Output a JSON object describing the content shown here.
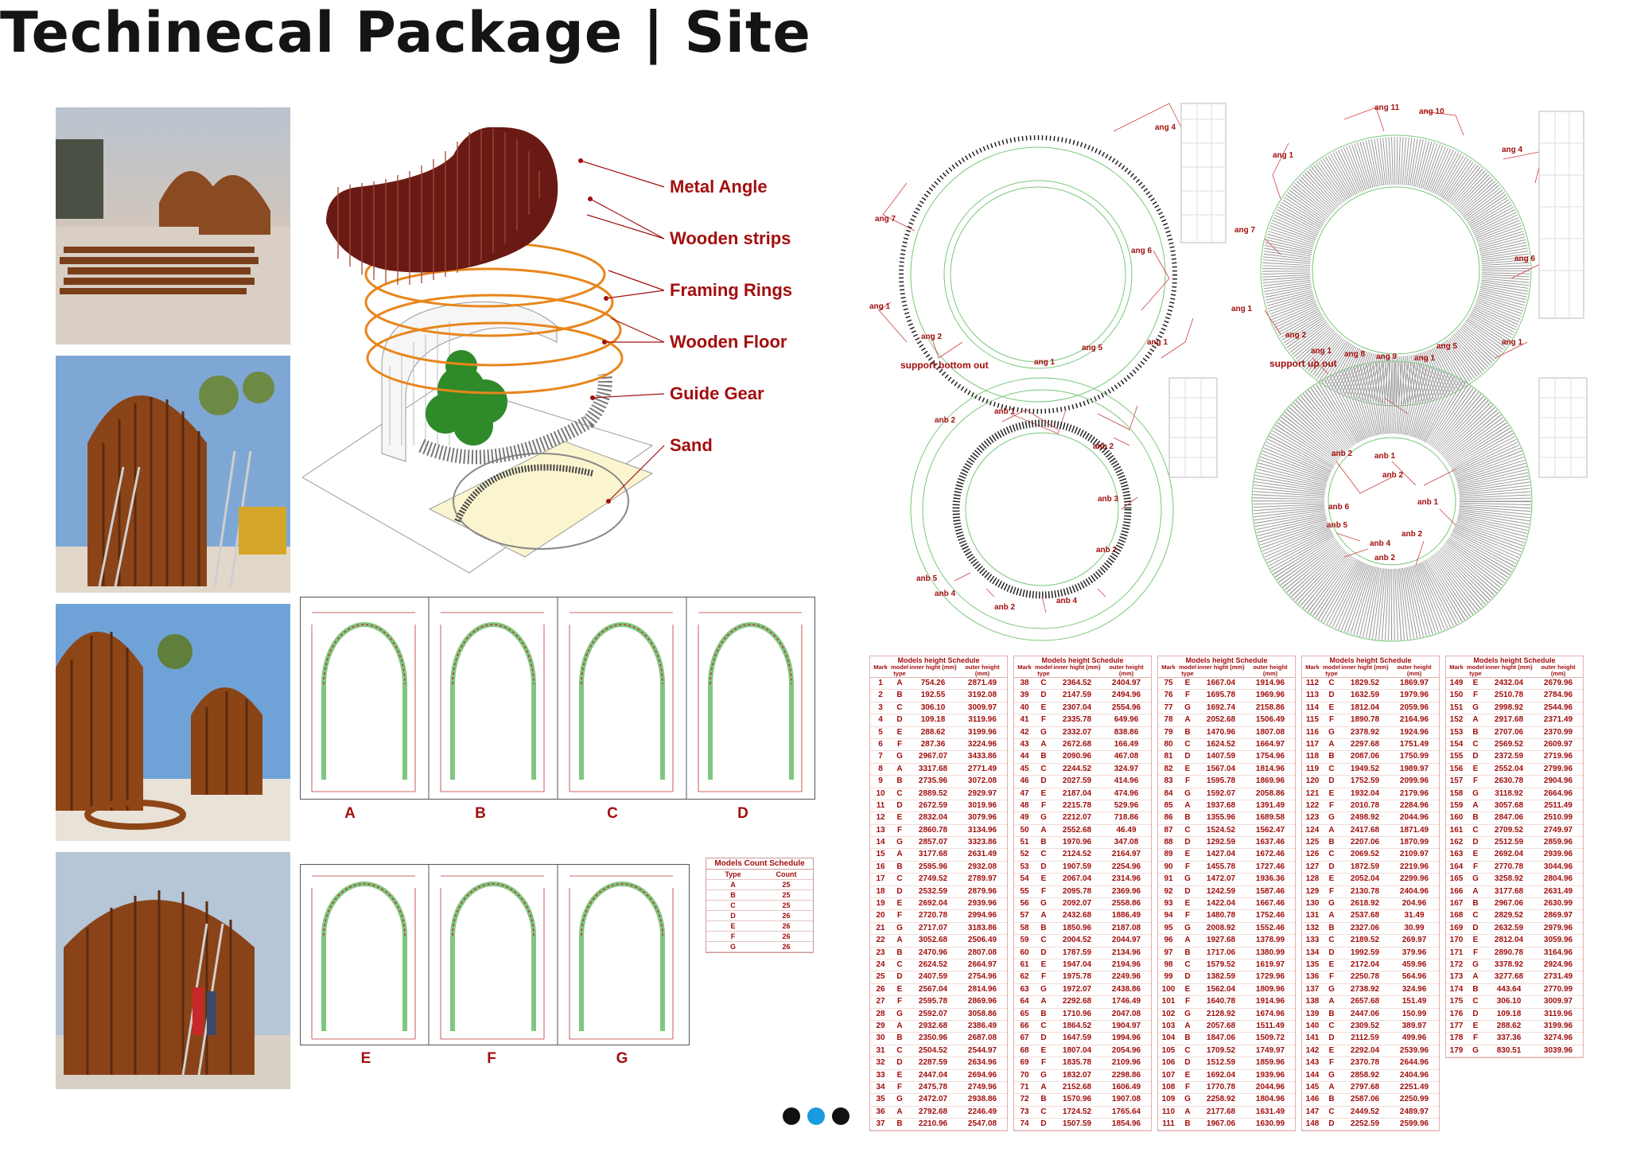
{
  "page": {
    "title": "Techinecal Package | Site",
    "pagination": {
      "dots": 3,
      "active_index": 1,
      "colors": [
        "#111111",
        "#1a9be0",
        "#111111"
      ]
    }
  },
  "exploded_axon": {
    "layers": [
      "Metal  Angle",
      "Wooden strips",
      "Framing Rings",
      "Wooden Floor",
      "Guide Gear",
      "Sand"
    ]
  },
  "arch_elevations": {
    "top_row": [
      "A",
      "B",
      "C",
      "D"
    ],
    "bottom_row": [
      "E",
      "F",
      "G"
    ]
  },
  "ring_plans": {
    "captions": [
      "support bottom out",
      "support up out"
    ],
    "plan1_labels": [
      "ang 4",
      "ang 7",
      "ang 6",
      "ang 1",
      "ang 2",
      "ang 1",
      "ang 5",
      "ang 1"
    ],
    "plan2_labels": [
      "ang 11",
      "ang 10",
      "ang 1",
      "ang 4",
      "ang 7",
      "ang 6",
      "ang 1",
      "ang 2",
      "ang 1",
      "ang 8",
      "ang 9",
      "ang 5",
      "ang 1",
      "ang 1"
    ],
    "plan3_labels": [
      "anb 1",
      "anb 2",
      "anb 2",
      "anb 3",
      "anb 2",
      "anb 5",
      "anb 4",
      "anb 2",
      "anb 4"
    ],
    "plan4_labels": [
      "anb 2",
      "anb 1",
      "anb 2",
      "anb 6",
      "anb 5",
      "anb 1",
      "anb 2",
      "anb 4",
      "anb 2"
    ]
  },
  "models_count_schedule": {
    "title": "Models Count Schedule",
    "headers": [
      "Type",
      "Count"
    ],
    "rows": [
      [
        "A",
        "25"
      ],
      [
        "B",
        "25"
      ],
      [
        "C",
        "25"
      ],
      [
        "D",
        "26"
      ],
      [
        "E",
        "26"
      ],
      [
        "F",
        "26"
      ],
      [
        "G",
        "26"
      ]
    ]
  },
  "models_height_schedule": {
    "title": "Models height Schedule",
    "headers": [
      "Mark",
      "model type",
      "inner hight (mm)",
      "outer height (mm)"
    ],
    "columns": [
      [
        [
          "1",
          "A",
          "754.26",
          "2871.49"
        ],
        [
          "2",
          "B",
          "192.55",
          "3192.08"
        ],
        [
          "3",
          "C",
          "306.10",
          "3009.97"
        ],
        [
          "4",
          "D",
          "109.18",
          "3119.96"
        ],
        [
          "5",
          "E",
          "288.62",
          "3199.96"
        ],
        [
          "6",
          "F",
          "287.36",
          "3224.96"
        ],
        [
          "7",
          "G",
          "2967.07",
          "3433.86"
        ],
        [
          "8",
          "A",
          "3317.68",
          "2771.49"
        ],
        [
          "9",
          "B",
          "2735.96",
          "3072.08"
        ],
        [
          "10",
          "C",
          "2889.52",
          "2929.97"
        ],
        [
          "11",
          "D",
          "2672.59",
          "3019.96"
        ],
        [
          "12",
          "E",
          "2832.04",
          "3079.96"
        ],
        [
          "13",
          "F",
          "2860.78",
          "3134.96"
        ],
        [
          "14",
          "G",
          "2857.07",
          "3323.86"
        ],
        [
          "15",
          "A",
          "3177.68",
          "2631.49"
        ],
        [
          "16",
          "B",
          "2595.96",
          "2932.08"
        ],
        [
          "17",
          "C",
          "2749.52",
          "2789.97"
        ],
        [
          "18",
          "D",
          "2532.59",
          "2879.96"
        ],
        [
          "19",
          "E",
          "2692.04",
          "2939.96"
        ],
        [
          "20",
          "F",
          "2720.78",
          "2994.96"
        ],
        [
          "21",
          "G",
          "2717.07",
          "3183.86"
        ],
        [
          "22",
          "A",
          "3052.68",
          "2506.49"
        ],
        [
          "23",
          "B",
          "2470.96",
          "2807.08"
        ],
        [
          "24",
          "C",
          "2624.52",
          "2664.97"
        ],
        [
          "25",
          "D",
          "2407.59",
          "2754.96"
        ],
        [
          "26",
          "E",
          "2567.04",
          "2814.96"
        ],
        [
          "27",
          "F",
          "2595.78",
          "2869.96"
        ],
        [
          "28",
          "G",
          "2592.07",
          "3058.86"
        ],
        [
          "29",
          "A",
          "2932.68",
          "2386.49"
        ],
        [
          "30",
          "B",
          "2350.96",
          "2687.08"
        ],
        [
          "31",
          "C",
          "2504.52",
          "2544.97"
        ],
        [
          "32",
          "D",
          "2287.59",
          "2634.96"
        ],
        [
          "33",
          "E",
          "2447.04",
          "2694.96"
        ],
        [
          "34",
          "F",
          "2475.78",
          "2749.96"
        ],
        [
          "35",
          "G",
          "2472.07",
          "2938.86"
        ],
        [
          "36",
          "A",
          "2792.68",
          "2246.49"
        ],
        [
          "37",
          "B",
          "2210.96",
          "2547.08"
        ]
      ],
      [
        [
          "38",
          "C",
          "2364.52",
          "2404.97"
        ],
        [
          "39",
          "D",
          "2147.59",
          "2494.96"
        ],
        [
          "40",
          "E",
          "2307.04",
          "2554.96"
        ],
        [
          "41",
          "F",
          "2335.78",
          "649.96"
        ],
        [
          "42",
          "G",
          "2332.07",
          "838.86"
        ],
        [
          "43",
          "A",
          "2672.68",
          "166.49"
        ],
        [
          "44",
          "B",
          "2090.96",
          "467.08"
        ],
        [
          "45",
          "C",
          "2244.52",
          "324.97"
        ],
        [
          "46",
          "D",
          "2027.59",
          "414.96"
        ],
        [
          "47",
          "E",
          "2187.04",
          "474.96"
        ],
        [
          "48",
          "F",
          "2215.78",
          "529.96"
        ],
        [
          "49",
          "G",
          "2212.07",
          "718.86"
        ],
        [
          "50",
          "A",
          "2552.68",
          "46.49"
        ],
        [
          "51",
          "B",
          "1970.96",
          "347.08"
        ],
        [
          "52",
          "C",
          "2124.52",
          "2164.97"
        ],
        [
          "53",
          "D",
          "1907.59",
          "2254.96"
        ],
        [
          "54",
          "E",
          "2067.04",
          "2314.96"
        ],
        [
          "55",
          "F",
          "2095.78",
          "2369.96"
        ],
        [
          "56",
          "G",
          "2092.07",
          "2558.86"
        ],
        [
          "57",
          "A",
          "2432.68",
          "1886.49"
        ],
        [
          "58",
          "B",
          "1850.96",
          "2187.08"
        ],
        [
          "59",
          "C",
          "2004.52",
          "2044.97"
        ],
        [
          "60",
          "D",
          "1787.59",
          "2134.96"
        ],
        [
          "61",
          "E",
          "1947.04",
          "2194.96"
        ],
        [
          "62",
          "F",
          "1975.78",
          "2249.96"
        ],
        [
          "63",
          "G",
          "1972.07",
          "2438.86"
        ],
        [
          "64",
          "A",
          "2292.68",
          "1746.49"
        ],
        [
          "65",
          "B",
          "1710.96",
          "2047.08"
        ],
        [
          "66",
          "C",
          "1864.52",
          "1904.97"
        ],
        [
          "67",
          "D",
          "1647.59",
          "1994.96"
        ],
        [
          "68",
          "E",
          "1807.04",
          "2054.96"
        ],
        [
          "69",
          "F",
          "1835.78",
          "2109.96"
        ],
        [
          "70",
          "G",
          "1832.07",
          "2298.86"
        ],
        [
          "71",
          "A",
          "2152.68",
          "1606.49"
        ],
        [
          "72",
          "B",
          "1570.96",
          "1907.08"
        ],
        [
          "73",
          "C",
          "1724.52",
          "1765.64"
        ],
        [
          "74",
          "D",
          "1507.59",
          "1854.96"
        ]
      ],
      [
        [
          "75",
          "E",
          "1667.04",
          "1914.96"
        ],
        [
          "76",
          "F",
          "1695.78",
          "1969.96"
        ],
        [
          "77",
          "G",
          "1692.74",
          "2158.86"
        ],
        [
          "78",
          "A",
          "2052.68",
          "1506.49"
        ],
        [
          "79",
          "B",
          "1470.96",
          "1807.08"
        ],
        [
          "80",
          "C",
          "1624.52",
          "1664.97"
        ],
        [
          "81",
          "D",
          "1407.59",
          "1754.96"
        ],
        [
          "82",
          "E",
          "1567.04",
          "1814.96"
        ],
        [
          "83",
          "F",
          "1595.78",
          "1869.96"
        ],
        [
          "84",
          "G",
          "1592.07",
          "2058.86"
        ],
        [
          "85",
          "A",
          "1937.68",
          "1391.49"
        ],
        [
          "86",
          "B",
          "1355.96",
          "1689.58"
        ],
        [
          "87",
          "C",
          "1524.52",
          "1562.47"
        ],
        [
          "88",
          "D",
          "1292.59",
          "1637.46"
        ],
        [
          "89",
          "E",
          "1427.04",
          "1672.46"
        ],
        [
          "90",
          "F",
          "1455.78",
          "1727.46"
        ],
        [
          "91",
          "G",
          "1472.07",
          "1936.36"
        ],
        [
          "92",
          "D",
          "1242.59",
          "1587.46"
        ],
        [
          "93",
          "E",
          "1422.04",
          "1667.46"
        ],
        [
          "94",
          "F",
          "1480.78",
          "1752.46"
        ],
        [
          "95",
          "G",
          "2008.92",
          "1552.46"
        ],
        [
          "96",
          "A",
          "1927.68",
          "1378.99"
        ],
        [
          "97",
          "B",
          "1717.06",
          "1380.99"
        ],
        [
          "98",
          "C",
          "1579.52",
          "1619.97"
        ],
        [
          "99",
          "D",
          "1382.59",
          "1729.96"
        ],
        [
          "100",
          "E",
          "1562.04",
          "1809.96"
        ],
        [
          "101",
          "F",
          "1640.78",
          "1914.96"
        ],
        [
          "102",
          "G",
          "2128.92",
          "1674.96"
        ],
        [
          "103",
          "A",
          "2057.68",
          "1511.49"
        ],
        [
          "104",
          "B",
          "1847.06",
          "1509.72"
        ],
        [
          "105",
          "C",
          "1709.52",
          "1749.97"
        ],
        [
          "106",
          "D",
          "1512.59",
          "1859.96"
        ],
        [
          "107",
          "E",
          "1692.04",
          "1939.96"
        ],
        [
          "108",
          "F",
          "1770.78",
          "2044.96"
        ],
        [
          "109",
          "G",
          "2258.92",
          "1804.96"
        ],
        [
          "110",
          "A",
          "2177.68",
          "1631.49"
        ],
        [
          "111",
          "B",
          "1967.06",
          "1630.99"
        ]
      ],
      [
        [
          "112",
          "C",
          "1829.52",
          "1869.97"
        ],
        [
          "113",
          "D",
          "1632.59",
          "1979.96"
        ],
        [
          "114",
          "E",
          "1812.04",
          "2059.96"
        ],
        [
          "115",
          "F",
          "1890.78",
          "2164.96"
        ],
        [
          "116",
          "G",
          "2378.92",
          "1924.96"
        ],
        [
          "117",
          "A",
          "2297.68",
          "1751.49"
        ],
        [
          "118",
          "B",
          "2087.06",
          "1750.99"
        ],
        [
          "119",
          "C",
          "1949.52",
          "1989.97"
        ],
        [
          "120",
          "D",
          "1752.59",
          "2099.96"
        ],
        [
          "121",
          "E",
          "1932.04",
          "2179.96"
        ],
        [
          "122",
          "F",
          "2010.78",
          "2284.96"
        ],
        [
          "123",
          "G",
          "2498.92",
          "2044.96"
        ],
        [
          "124",
          "A",
          "2417.68",
          "1871.49"
        ],
        [
          "125",
          "B",
          "2207.06",
          "1870.99"
        ],
        [
          "126",
          "C",
          "2069.52",
          "2109.97"
        ],
        [
          "127",
          "D",
          "1872.59",
          "2219.96"
        ],
        [
          "128",
          "E",
          "2052.04",
          "2299.96"
        ],
        [
          "129",
          "F",
          "2130.78",
          "2404.96"
        ],
        [
          "130",
          "G",
          "2618.92",
          "204.96"
        ],
        [
          "131",
          "A",
          "2537.68",
          "31.49"
        ],
        [
          "132",
          "B",
          "2327.06",
          "30.99"
        ],
        [
          "133",
          "C",
          "2189.52",
          "269.97"
        ],
        [
          "134",
          "D",
          "1992.59",
          "379.96"
        ],
        [
          "135",
          "E",
          "2172.04",
          "459.96"
        ],
        [
          "136",
          "F",
          "2250.78",
          "564.96"
        ],
        [
          "137",
          "G",
          "2738.92",
          "324.96"
        ],
        [
          "138",
          "A",
          "2657.68",
          "151.49"
        ],
        [
          "139",
          "B",
          "2447.06",
          "150.99"
        ],
        [
          "140",
          "C",
          "2309.52",
          "389.97"
        ],
        [
          "141",
          "D",
          "2112.59",
          "499.96"
        ],
        [
          "142",
          "E",
          "2292.04",
          "2539.96"
        ],
        [
          "143",
          "F",
          "2370.78",
          "2644.96"
        ],
        [
          "144",
          "G",
          "2858.92",
          "2404.96"
        ],
        [
          "145",
          "A",
          "2797.68",
          "2251.49"
        ],
        [
          "146",
          "B",
          "2587.06",
          "2250.99"
        ],
        [
          "147",
          "C",
          "2449.52",
          "2489.97"
        ],
        [
          "148",
          "D",
          "2252.59",
          "2599.96"
        ]
      ],
      [
        [
          "149",
          "E",
          "2432.04",
          "2679.96"
        ],
        [
          "150",
          "F",
          "2510.78",
          "2784.96"
        ],
        [
          "151",
          "G",
          "2998.92",
          "2544.96"
        ],
        [
          "152",
          "A",
          "2917.68",
          "2371.49"
        ],
        [
          "153",
          "B",
          "2707.06",
          "2370.99"
        ],
        [
          "154",
          "C",
          "2569.52",
          "2609.97"
        ],
        [
          "155",
          "D",
          "2372.59",
          "2719.96"
        ],
        [
          "156",
          "E",
          "2552.04",
          "2799.96"
        ],
        [
          "157",
          "F",
          "2630.78",
          "2904.96"
        ],
        [
          "158",
          "G",
          "3118.92",
          "2664.96"
        ],
        [
          "159",
          "A",
          "3057.68",
          "2511.49"
        ],
        [
          "160",
          "B",
          "2847.06",
          "2510.99"
        ],
        [
          "161",
          "C",
          "2709.52",
          "2749.97"
        ],
        [
          "162",
          "D",
          "2512.59",
          "2859.96"
        ],
        [
          "163",
          "E",
          "2692.04",
          "2939.96"
        ],
        [
          "164",
          "F",
          "2770.78",
          "3044.96"
        ],
        [
          "165",
          "G",
          "3258.92",
          "2804.96"
        ],
        [
          "166",
          "A",
          "3177.68",
          "2631.49"
        ],
        [
          "167",
          "B",
          "2967.06",
          "2630.99"
        ],
        [
          "168",
          "C",
          "2829.52",
          "2869.97"
        ],
        [
          "169",
          "D",
          "2632.59",
          "2979.96"
        ],
        [
          "170",
          "E",
          "2812.04",
          "3059.96"
        ],
        [
          "171",
          "F",
          "2890.78",
          "3164.96"
        ],
        [
          "172",
          "G",
          "3378.92",
          "2924.96"
        ],
        [
          "173",
          "A",
          "3277.68",
          "2731.49"
        ],
        [
          "174",
          "B",
          "443.64",
          "2770.99"
        ],
        [
          "175",
          "C",
          "306.10",
          "3009.97"
        ],
        [
          "176",
          "D",
          "109.18",
          "3119.96"
        ],
        [
          "177",
          "E",
          "288.62",
          "3199.96"
        ],
        [
          "178",
          "F",
          "337.36",
          "3274.96"
        ],
        [
          "179",
          "G",
          "830.51",
          "3039.96"
        ]
      ]
    ]
  }
}
